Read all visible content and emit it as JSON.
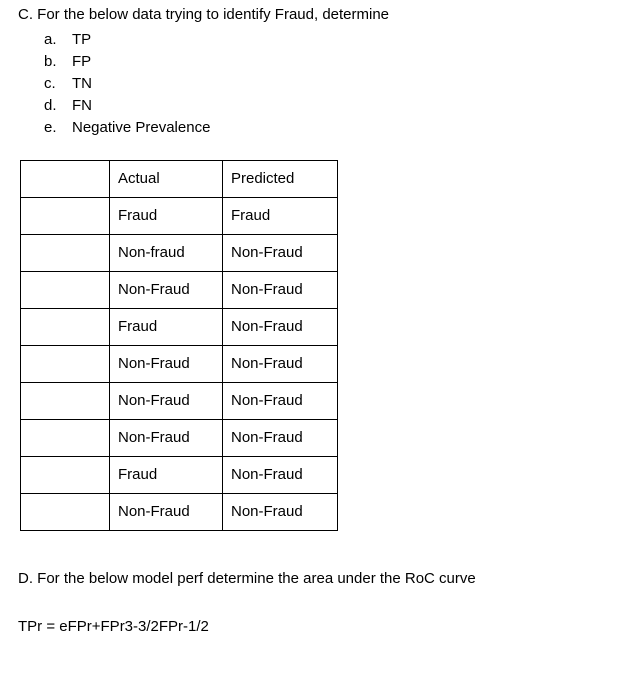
{
  "question_c": {
    "heading": "C. For the below data trying to identify Fraud, determine",
    "items": [
      {
        "marker": "a.",
        "label": "TP"
      },
      {
        "marker": "b.",
        "label": "FP"
      },
      {
        "marker": "c.",
        "label": "TN"
      },
      {
        "marker": "d.",
        "label": "FN"
      },
      {
        "marker": "e.",
        "label": "Negative Prevalence"
      }
    ],
    "table": {
      "columns": [
        "",
        "Actual",
        "Predicted"
      ],
      "header_row": {
        "blank": "",
        "actual": "Actual",
        "predicted": "Predicted"
      },
      "rows": [
        {
          "blank": "",
          "actual": "Fraud",
          "predicted": "Fraud"
        },
        {
          "blank": "",
          "actual": "Non-fraud",
          "predicted": "Non-Fraud"
        },
        {
          "blank": "",
          "actual": "Non-Fraud",
          "predicted": "Non-Fraud"
        },
        {
          "blank": "",
          "actual": "Fraud",
          "predicted": "Non-Fraud"
        },
        {
          "blank": "",
          "actual": "Non-Fraud",
          "predicted": "Non-Fraud"
        },
        {
          "blank": "",
          "actual": "Non-Fraud",
          "predicted": "Non-Fraud"
        },
        {
          "blank": "",
          "actual": "Non-Fraud",
          "predicted": "Non-Fraud"
        },
        {
          "blank": "",
          "actual": "Fraud",
          "predicted": "Non-Fraud"
        },
        {
          "blank": "",
          "actual": "Non-Fraud",
          "predicted": "Non-Fraud"
        }
      ]
    }
  },
  "question_d": {
    "heading": "D. For the below model perf determine the area under the RoC curve",
    "formula": "TPr = eFPr+FPr3-3/2FPr-1/2"
  },
  "colors": {
    "background": "#ffffff",
    "text": "#000000",
    "table_border": "#000000"
  }
}
